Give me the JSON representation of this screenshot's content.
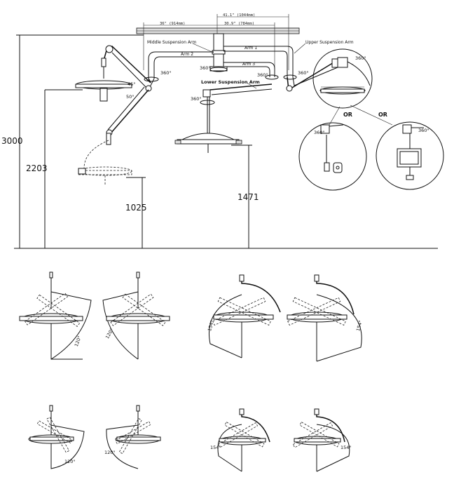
{
  "dimensions": {
    "d3000": "3000",
    "d2203": "2203",
    "d1025": "1025",
    "d1471": "1471",
    "span_36": "36\" (914mm)",
    "span_30_9": "30.9\" (784mm)",
    "span_41_1": "41.1\" (1044mm)"
  },
  "labels": {
    "middle_arm": "Middle Suspension Arm",
    "upper_arm": "Upper Suspension Arm",
    "lower_arm": "Lower Suspension Arm",
    "arm1": "Arm 1",
    "arm2": "Arm 2",
    "arm3": "Arm 3",
    "or1": "OR",
    "or2": "OR"
  },
  "angles": {
    "rot360": "360°",
    "a45": "45°",
    "a50": "50°",
    "a120": "120°",
    "a154": "154°"
  }
}
